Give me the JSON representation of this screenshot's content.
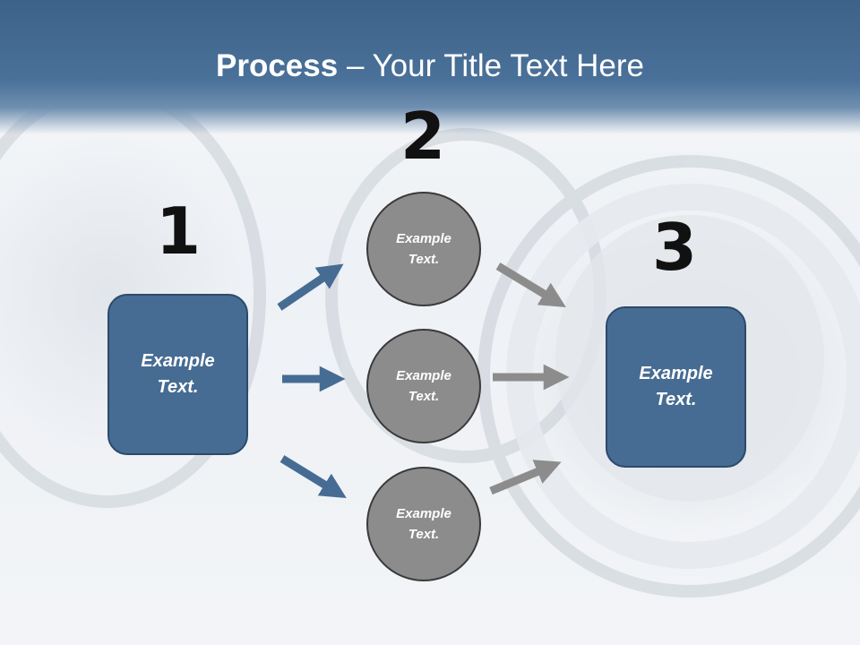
{
  "title": {
    "bold": "Process",
    "rest": " – Your Title Text Here"
  },
  "steps": [
    {
      "number": "1",
      "line1": "Example",
      "line2": "Text."
    },
    {
      "number": "2"
    },
    {
      "number": "3",
      "line1": "Example",
      "line2": "Text."
    }
  ],
  "circles": [
    {
      "line1": "Example",
      "line2": "Text."
    },
    {
      "line1": "Example",
      "line2": "Text."
    },
    {
      "line1": "Example",
      "line2": "Text."
    }
  ],
  "colors": {
    "box": "#466c93",
    "circle": "#8c8c8c",
    "arrow_blue": "#466c93",
    "arrow_gray": "#8c8c8c",
    "title_band": "#4a7199"
  }
}
